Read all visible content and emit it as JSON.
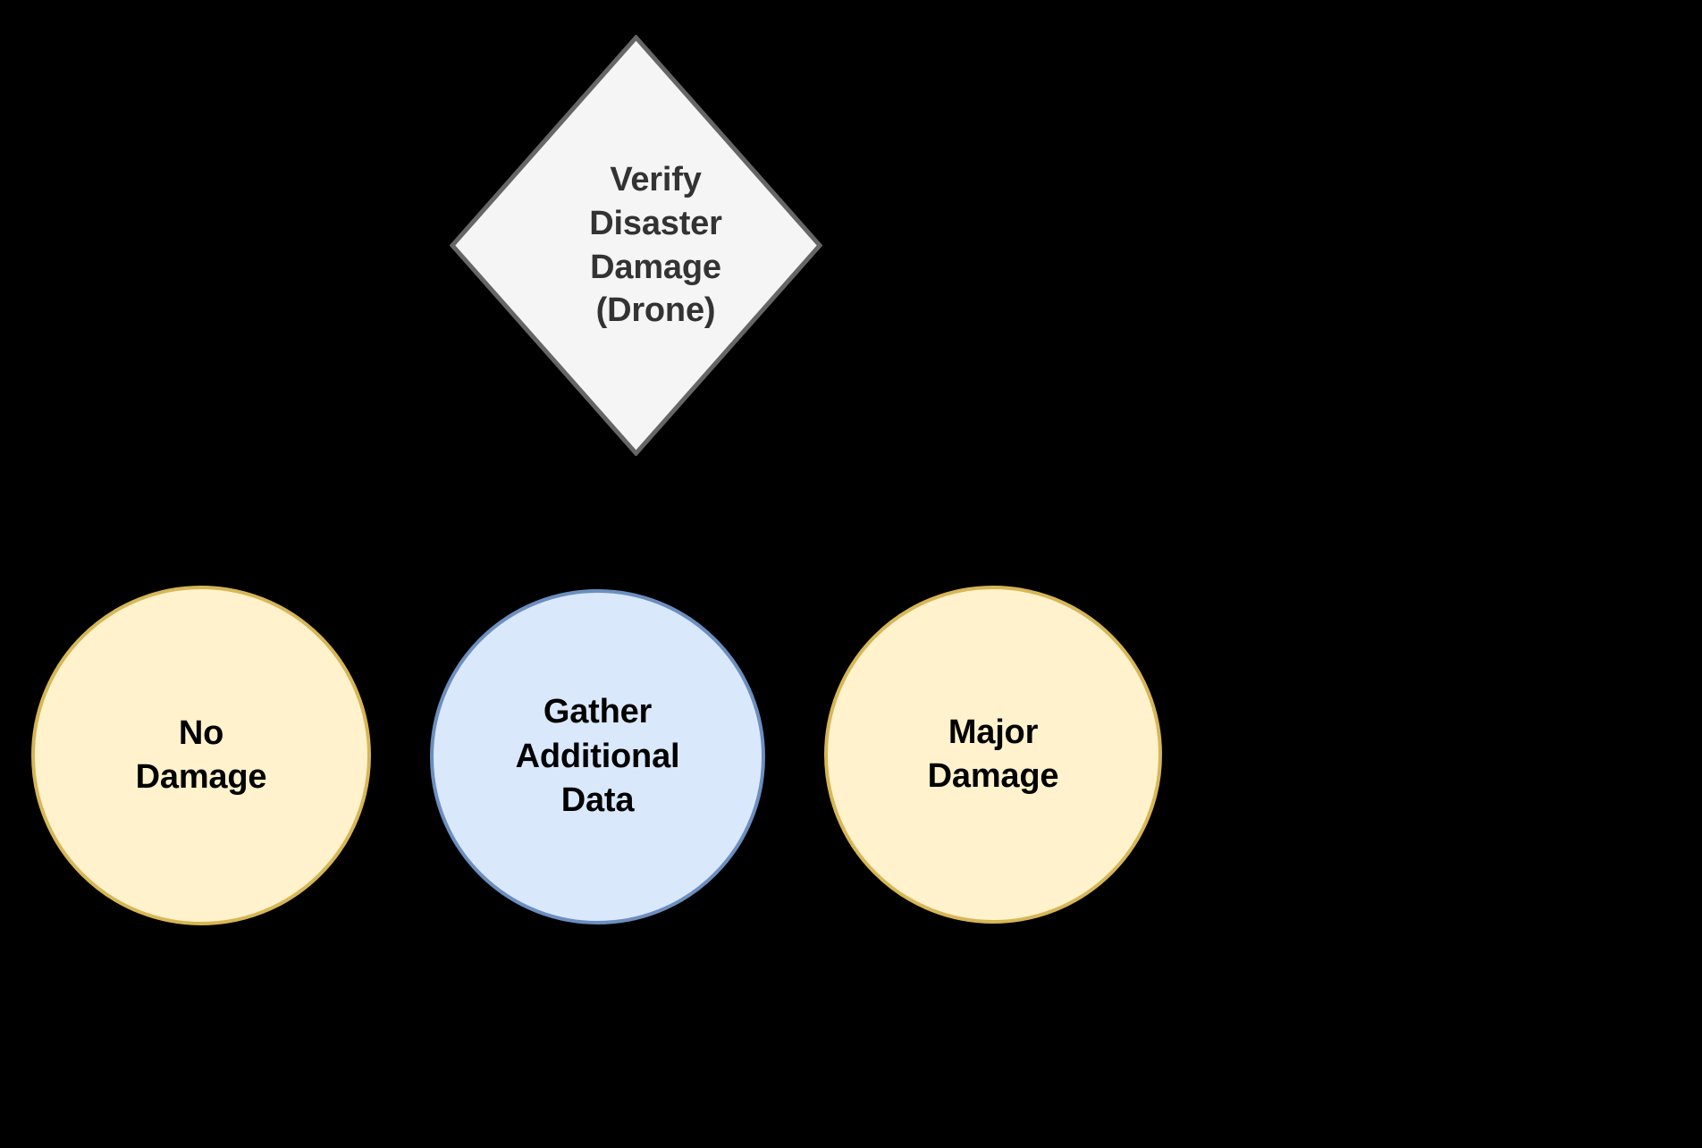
{
  "diagram": {
    "background_color": "#000000",
    "type": "decision-flow",
    "decision": {
      "id": "verify-disaster-damage",
      "shape": "diamond",
      "label": "Verify\nDisaster\nDamage\n(Drone)",
      "fill_color": "#f5f5f5",
      "stroke_color": "#666666",
      "text_color": "#333333"
    },
    "outcomes": [
      {
        "id": "no-damage",
        "shape": "circle",
        "label": "No\nDamage",
        "fill_color": "#fff2cc",
        "stroke_color": "#d6b656",
        "text_color": "#000000"
      },
      {
        "id": "gather-additional-data",
        "shape": "circle",
        "label": "Gather\nAdditional\nData",
        "fill_color": "#dae8fc",
        "stroke_color": "#6c8ebf",
        "text_color": "#000000"
      },
      {
        "id": "major-damage",
        "shape": "circle",
        "label": "Major\nDamage",
        "fill_color": "#fff2cc",
        "stroke_color": "#d6b656",
        "text_color": "#000000"
      }
    ]
  }
}
